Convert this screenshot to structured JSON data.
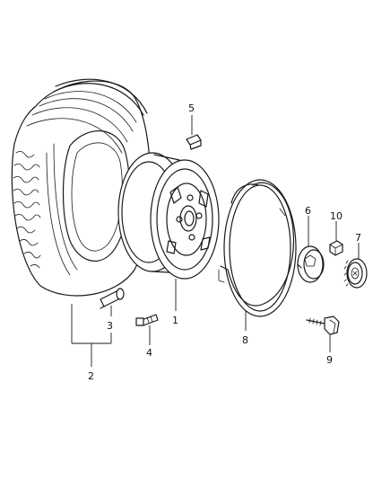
{
  "diagram": {
    "callouts": [
      {
        "id": "1",
        "label": "1"
      },
      {
        "id": "2",
        "label": "2"
      },
      {
        "id": "3",
        "label": "3"
      },
      {
        "id": "4",
        "label": "4"
      },
      {
        "id": "5",
        "label": "5"
      },
      {
        "id": "6",
        "label": "6"
      },
      {
        "id": "7",
        "label": "7"
      },
      {
        "id": "8",
        "label": "8"
      },
      {
        "id": "9",
        "label": "9"
      },
      {
        "id": "10",
        "label": "10"
      }
    ],
    "colors": {
      "ink": "#1a1a1a",
      "background": "#ffffff"
    }
  }
}
